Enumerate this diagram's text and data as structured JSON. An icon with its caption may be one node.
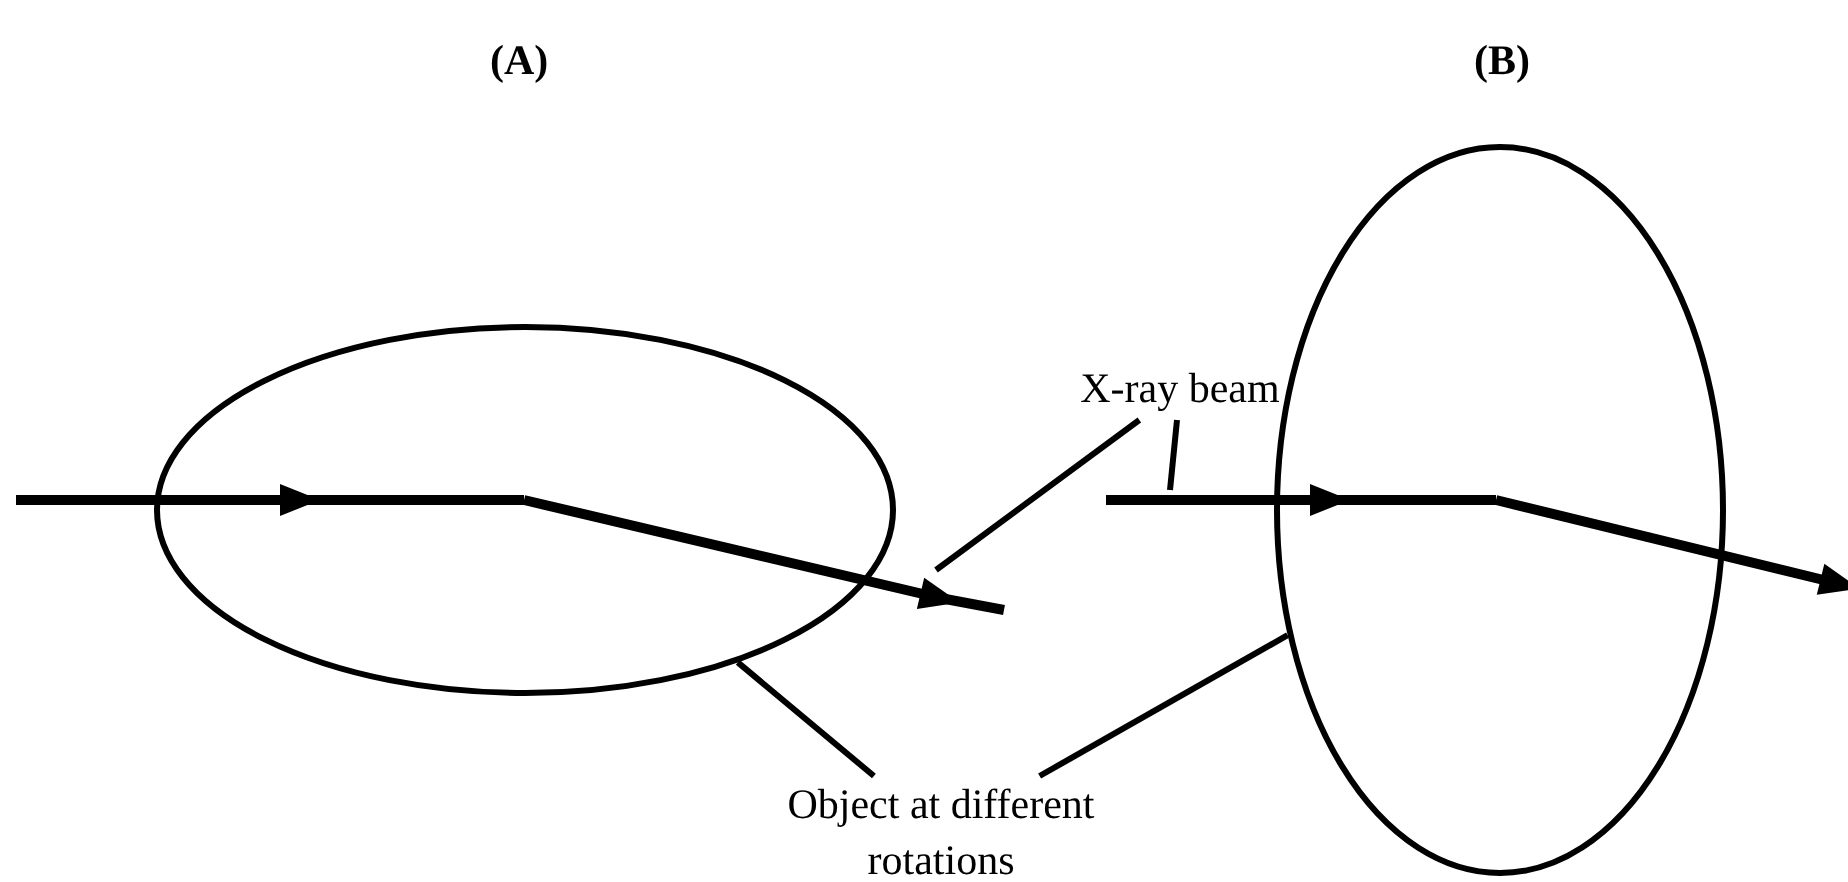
{
  "diagram": {
    "nodes": [
      {
        "text": [],
        "shape": "ellipse"
      },
      {
        "text": [],
        "shape": "ellipse"
      },
      {
        "text": [
          "X-ray beam"
        ]
      },
      {
        "text": [
          "Object at different rotations"
        ]
      }
    ],
    "edges": [
      {
        "from": 2,
        "to": null,
        "arrow": "none"
      },
      {
        "from": 2,
        "to": null,
        "arrow": "none"
      },
      {
        "from": 3,
        "to": 0,
        "arrow": "none"
      },
      {
        "from": 3,
        "to": 1,
        "arrow": "none"
      }
    ],
    "labels": [
      "(A)",
      "(B)"
    ]
  }
}
